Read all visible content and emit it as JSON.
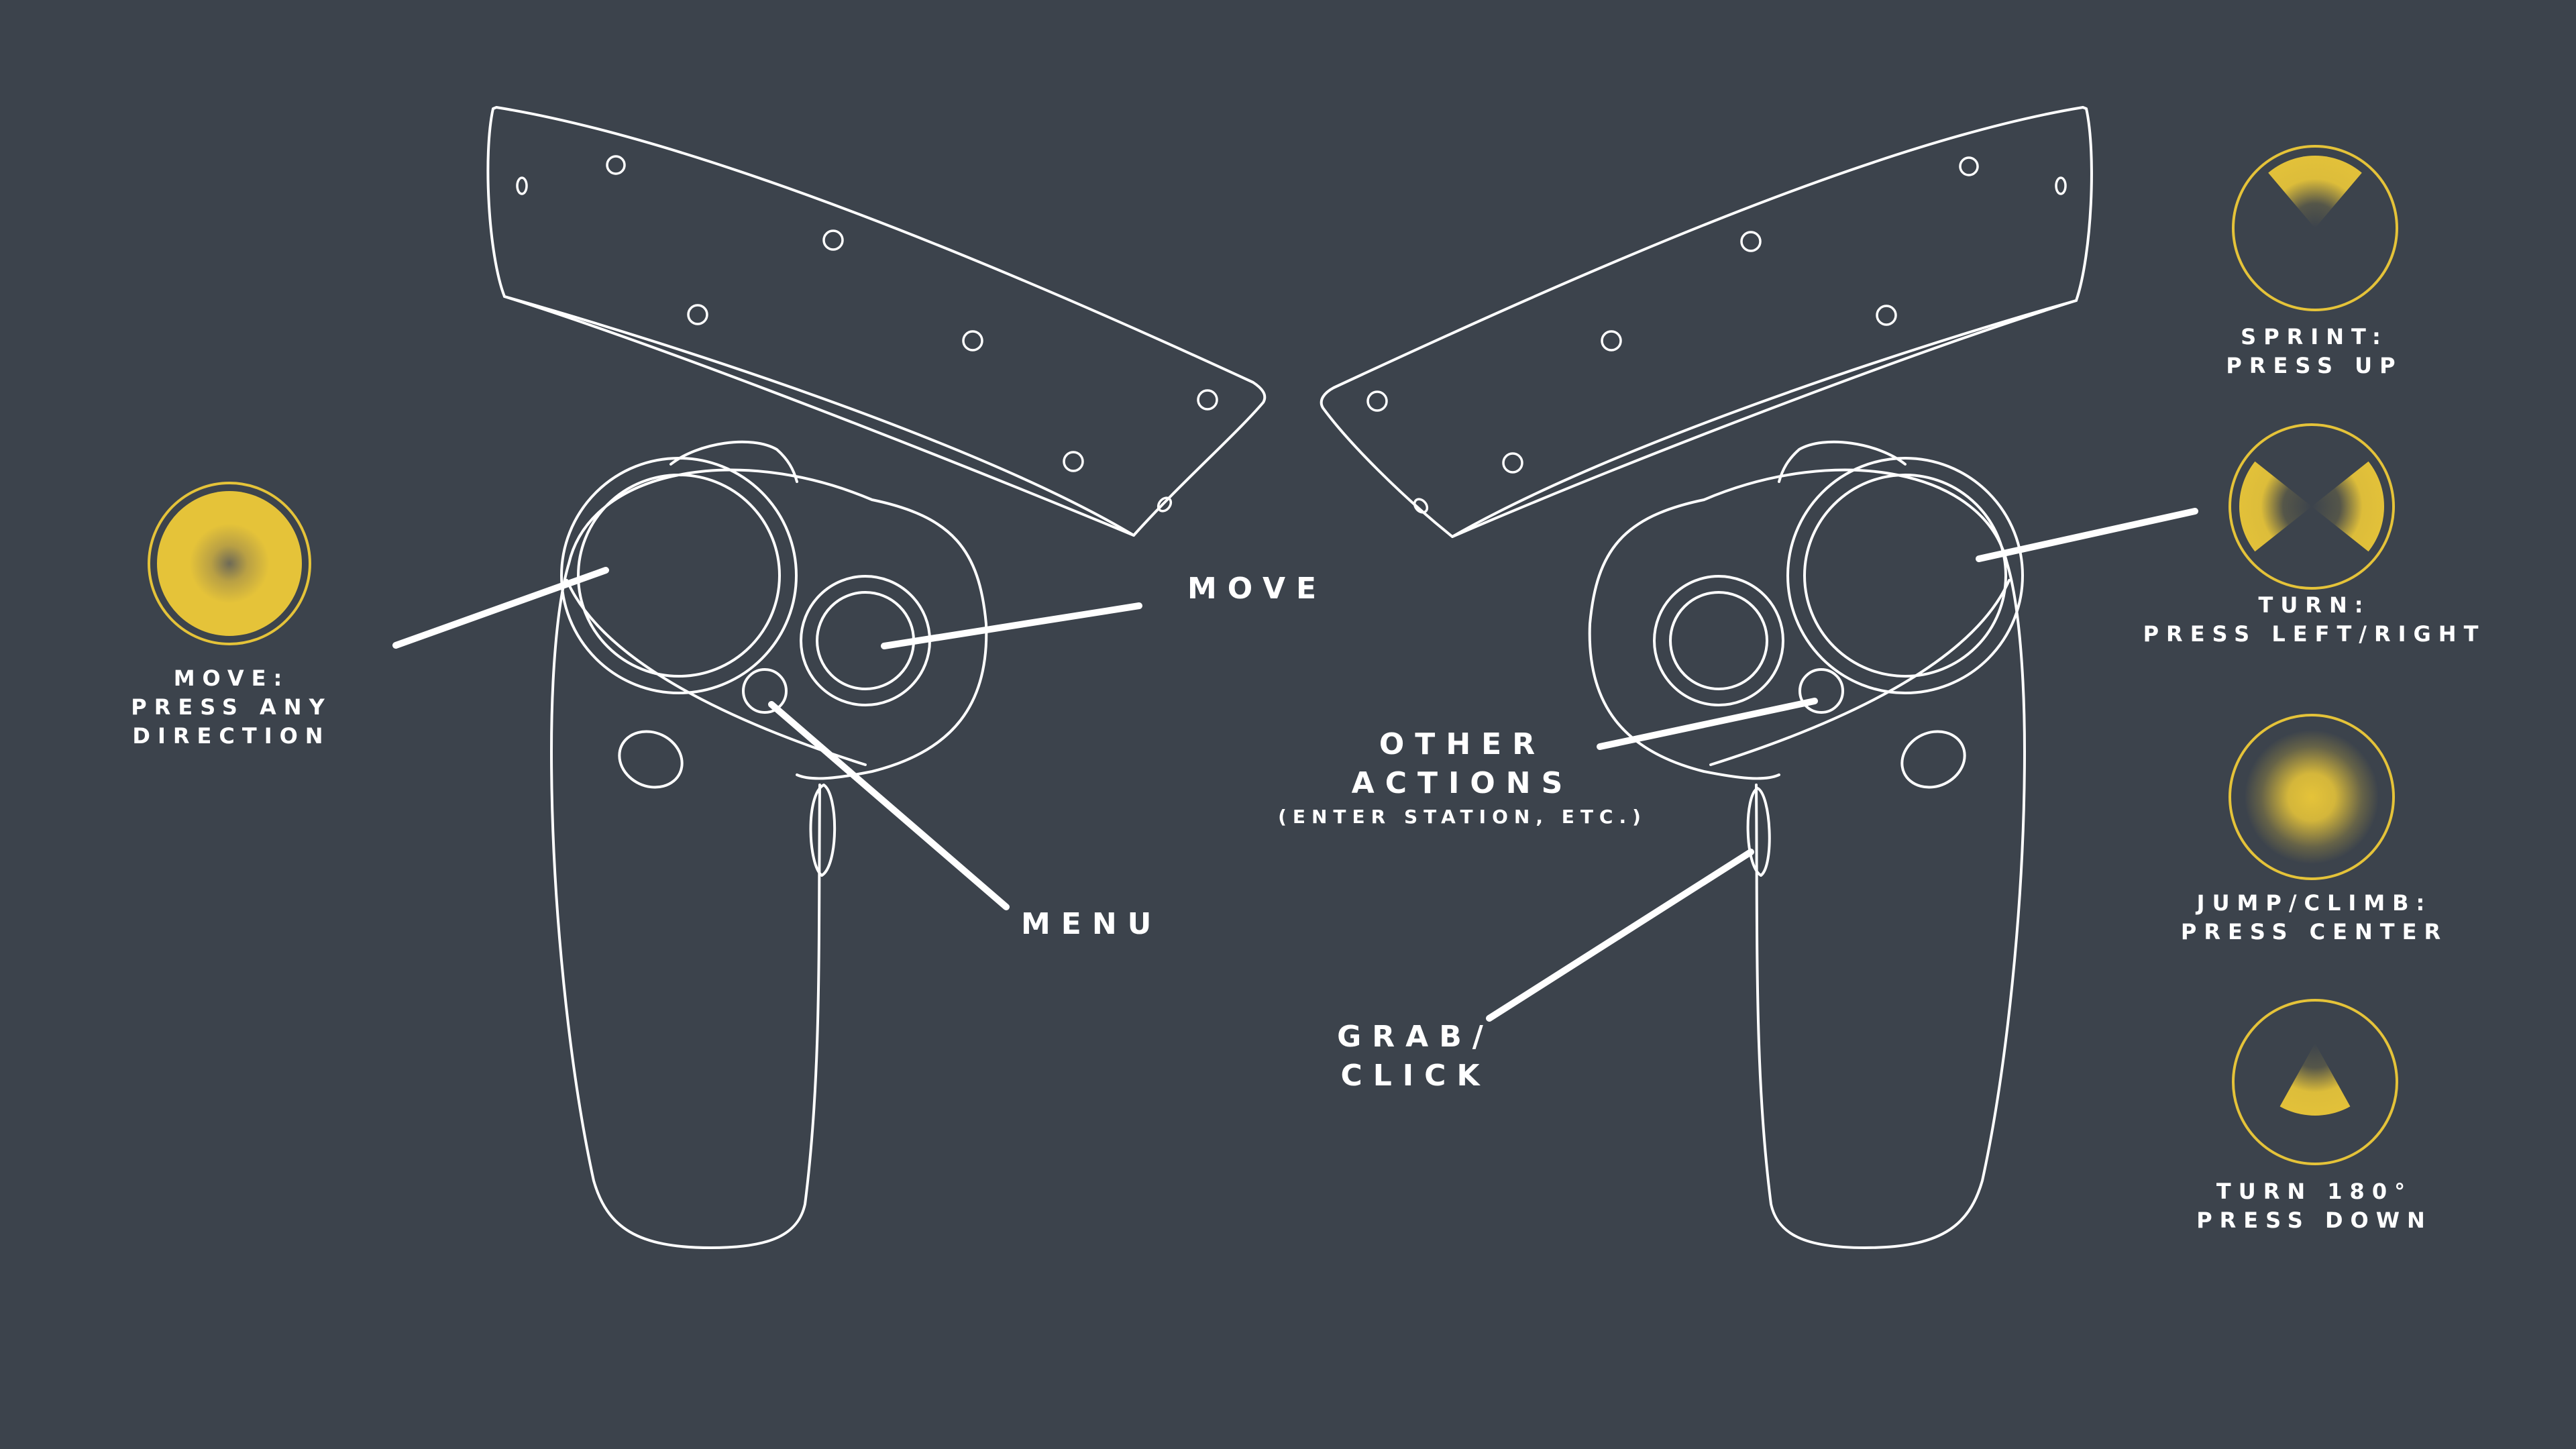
{
  "colors": {
    "background": "#3c434c",
    "outline": "#ffffff",
    "accent": "#e5c339"
  },
  "labels": {
    "move_main": "MOVE",
    "menu": "MENU",
    "other_actions": [
      "OTHER",
      "ACTIONS"
    ],
    "other_actions_sub": "(ENTER STATION, ETC.)",
    "grab_click": [
      "GRAB/",
      "CLICK"
    ]
  },
  "left_legend": {
    "lines": [
      "MOVE:",
      "PRESS ANY",
      "DIRECTION"
    ]
  },
  "right_legend": [
    {
      "lines": [
        "SPRINT:",
        "PRESS UP"
      ]
    },
    {
      "lines": [
        "TURN:",
        "PRESS LEFT/RIGHT"
      ]
    },
    {
      "lines": [
        "JUMP/CLIMB:",
        "PRESS CENTER"
      ]
    },
    {
      "lines": [
        "TURN 180°",
        "PRESS DOWN"
      ]
    }
  ]
}
